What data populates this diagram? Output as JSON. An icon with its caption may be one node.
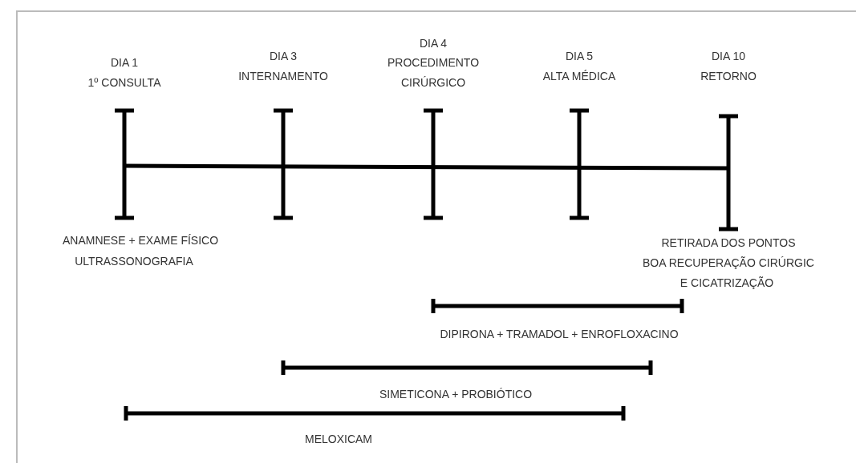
{
  "diagram": {
    "labels": [
      "DIA 1",
      "1º CONSULTA",
      "DIA 3",
      "INTERNAMENTO",
      "DIA 4",
      "PROCEDIMENTO",
      "CIRÚRGICO",
      "DIA 5",
      "ALTA MÉDICA",
      "DIA 10",
      "RETORNO",
      "ANAMNESE + EXAME FÍSICO",
      "ULTRASSONOGRAFIA",
      "RETIRADA DOS PONTOS",
      "BOA RECUPERAÇÃO CIRÚRGIC",
      "E CICATRIZAÇÃO",
      "DIPIRONA + TRAMADOL + ENROFLOXACINO",
      "SIMETICONA + PROBIÓTICO",
      "MELOXICAM"
    ]
  }
}
